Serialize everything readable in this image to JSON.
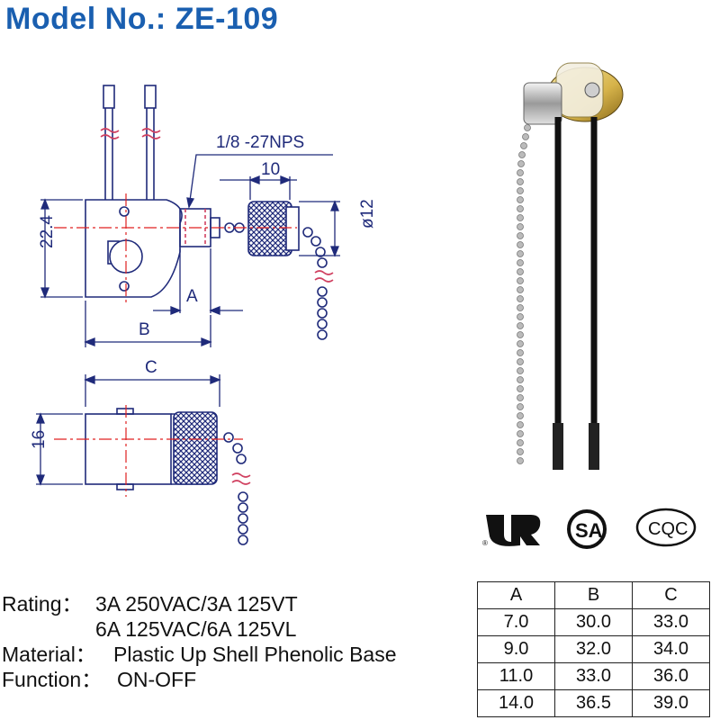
{
  "title": "Model No.: ZE-109",
  "drawing": {
    "thread_label": "1/8 -27NPS",
    "dim_10": "10",
    "dim_22_4": "22.4",
    "dim_12": "ø12",
    "dim_a": "A",
    "dim_b": "B",
    "dim_c": "C",
    "dim_16": "16"
  },
  "specs": {
    "rating_label": "Rating：",
    "rating_line1": "3A 250VAC/3A 125VT",
    "rating_line2": "6A 125VAC/6A 125VL",
    "material_label": "Material：",
    "material_value": "Plastic Up Shell  Phenolic Base",
    "function_label": "Function：",
    "function_value": "ON-OFF"
  },
  "certifications": [
    "UR mark",
    "CSA",
    "CQC"
  ],
  "cert_cqc_text": "CQC",
  "cert_sa_text": "SA",
  "table": {
    "headers": [
      "A",
      "B",
      "C"
    ],
    "rows": [
      [
        "7.0",
        "30.0",
        "33.0"
      ],
      [
        "9.0",
        "32.0",
        "34.0"
      ],
      [
        "11.0",
        "33.0",
        "36.0"
      ],
      [
        "14.0",
        "36.5",
        "39.0"
      ]
    ]
  },
  "colors": {
    "title": "#1a5fb0",
    "drawing": "#1f2a7a",
    "centerline": "#e02020",
    "hidden": "#d04060"
  }
}
